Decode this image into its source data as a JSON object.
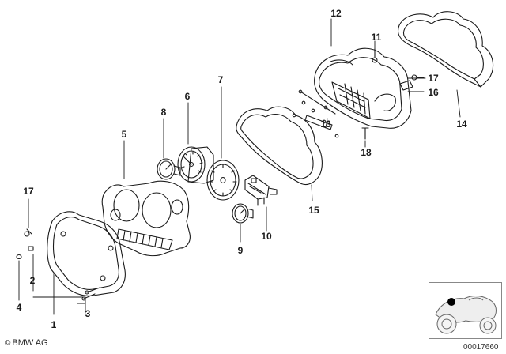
{
  "parts": [
    {
      "id": "p1",
      "label": "1"
    },
    {
      "id": "p2",
      "label": "2"
    },
    {
      "id": "p3",
      "label": "3"
    },
    {
      "id": "p4",
      "label": "4"
    },
    {
      "id": "p5",
      "label": "5"
    },
    {
      "id": "p6",
      "label": "6"
    },
    {
      "id": "p7",
      "label": "7"
    },
    {
      "id": "p8",
      "label": "8"
    },
    {
      "id": "p9",
      "label": "9"
    },
    {
      "id": "p10",
      "label": "10"
    },
    {
      "id": "p11",
      "label": "11"
    },
    {
      "id": "p12",
      "label": "12"
    },
    {
      "id": "p13",
      "label": "13"
    },
    {
      "id": "p14",
      "label": "14"
    },
    {
      "id": "p15",
      "label": "15"
    },
    {
      "id": "p16",
      "label": "16"
    },
    {
      "id": "p17a",
      "label": "17"
    },
    {
      "id": "p17b",
      "label": "17"
    },
    {
      "id": "p18",
      "label": "18"
    }
  ],
  "footer": {
    "copyright": "BMW AG",
    "image_id": "00017660"
  }
}
